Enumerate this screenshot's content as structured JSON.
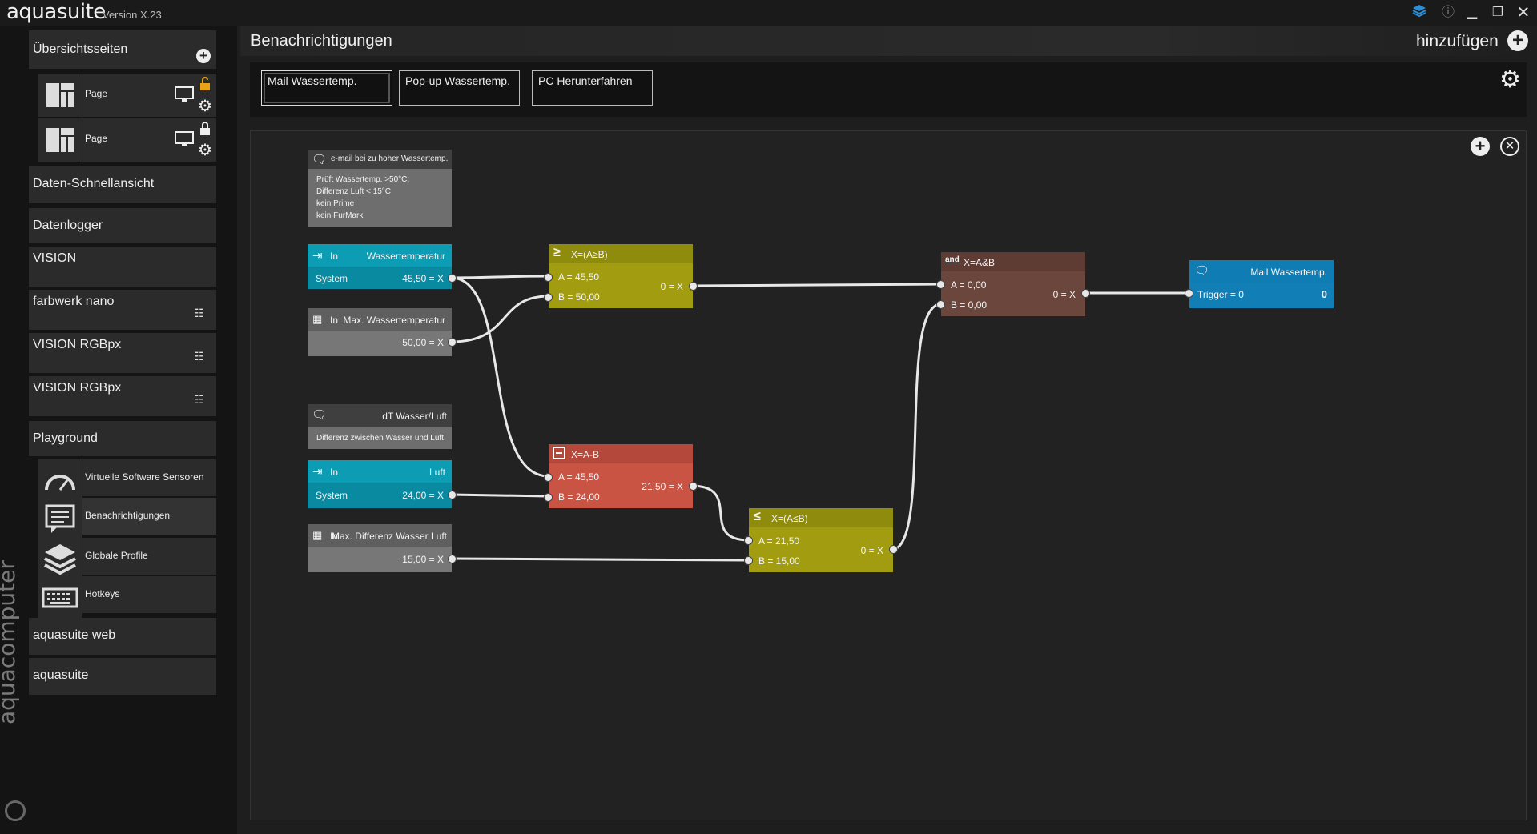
{
  "app": {
    "title": "aquasuite",
    "version": "Version X.23",
    "brand": "aquacomputer"
  },
  "window_controls": [
    "layers-icon",
    "info-icon",
    "minimize-icon",
    "restore-icon",
    "close-icon"
  ],
  "sidebar": {
    "overview_title": "Übersichtsseiten",
    "pages": [
      {
        "label": "Page"
      },
      {
        "label": "Page"
      }
    ],
    "items": [
      {
        "label": "Daten-Schnellansicht"
      },
      {
        "label": "Datenlogger"
      },
      {
        "label": "VISION"
      },
      {
        "label": "farbwerk nano"
      },
      {
        "label": "VISION RGBpx"
      },
      {
        "label": "VISION RGBpx"
      },
      {
        "label": "Playground"
      }
    ],
    "playground_items": [
      {
        "label": "Virtuelle Software Sensoren",
        "icon": "gauge-icon"
      },
      {
        "label": "Benachrichtigungen",
        "icon": "message-icon"
      },
      {
        "label": "Globale Profile",
        "icon": "layers-icon"
      },
      {
        "label": "Hotkeys",
        "icon": "keyboard-icon"
      }
    ],
    "bottom_items": [
      {
        "label": "aquasuite web"
      },
      {
        "label": "aquasuite"
      }
    ]
  },
  "header": {
    "title": "Benachrichtigungen",
    "add_label": "hinzufügen"
  },
  "tabs": [
    {
      "label": "Mail Wassertemp.",
      "selected": true
    },
    {
      "label": "Pop-up Wassertemp.",
      "selected": false
    },
    {
      "label": "PC Herunterfahren",
      "selected": false
    }
  ],
  "nodes": {
    "note1": {
      "title": "e-mail bei zu hoher Wassertemp.",
      "lines": [
        "Prüft Wassertemp. >50°C,",
        "Differenz Luft < 15°C",
        "kein Prime",
        "kein FurMark"
      ]
    },
    "in1": {
      "kind": "In",
      "name": "Wassertemperatur",
      "source": "System",
      "value": "45,50 = X"
    },
    "const1": {
      "kind": "In",
      "name": "Max. Wassertemperatur",
      "value": "50,00 = X"
    },
    "note2": {
      "title": "dT Wasser/Luft",
      "text": "Differenz zwischen Wasser und Luft"
    },
    "in2": {
      "kind": "In",
      "name": "Luft",
      "source": "System",
      "value": "24,00 = X"
    },
    "const2": {
      "kind": "In",
      "name": "Max. Differenz Wasser Luft",
      "value": "15,00 = X"
    },
    "ge": {
      "title": "X=(A≥B)",
      "a": "A = 45,50",
      "b": "B = 50,00",
      "out": "0 = X"
    },
    "sub": {
      "title": "X=A-B",
      "a": "A = 45,50",
      "b": "B = 24,00",
      "out": "21,50 = X"
    },
    "le": {
      "title": "X=(A≤B)",
      "a": "A = 21,50",
      "b": "B = 15,00",
      "out": "0 = X"
    },
    "and": {
      "title": "X=A&B",
      "icon_text": "and",
      "a": "A = 0,00",
      "b": "B = 0,00",
      "out": "0 = X"
    },
    "mail": {
      "title": "Mail Wassertemp.",
      "trigger": "Trigger = 0",
      "value": "0"
    }
  }
}
